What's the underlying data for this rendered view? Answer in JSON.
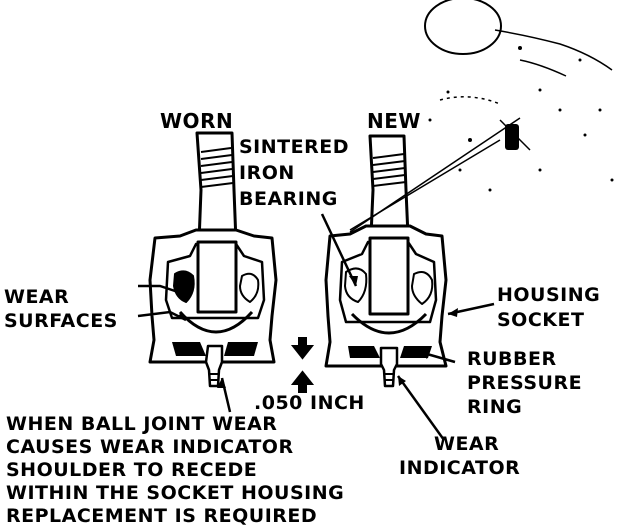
{
  "diagram": {
    "labels": {
      "worn": "WORN",
      "new": "NEW",
      "sintered_iron_bearing": [
        "SINTERED",
        "IRON",
        "BEARING"
      ],
      "wear_surfaces": [
        "WEAR",
        "SURFACES"
      ],
      "housing_socket": [
        "HOUSING",
        "SOCKET"
      ],
      "rubber_pressure_ring": [
        "RUBBER",
        "PRESSURE",
        "RING"
      ],
      "measurement": ".050 INCH",
      "wear_indicator": [
        "WEAR",
        "INDICATOR"
      ],
      "note": [
        "WHEN BALL JOINT WEAR",
        "CAUSES WEAR INDICATOR",
        "SHOULDER TO RECEDE",
        "WITHIN THE SOCKET HOUSING",
        "REPLACEMENT IS REQUIRED"
      ]
    },
    "colors": {
      "ink": "#000000",
      "paper": "#ffffff"
    }
  }
}
